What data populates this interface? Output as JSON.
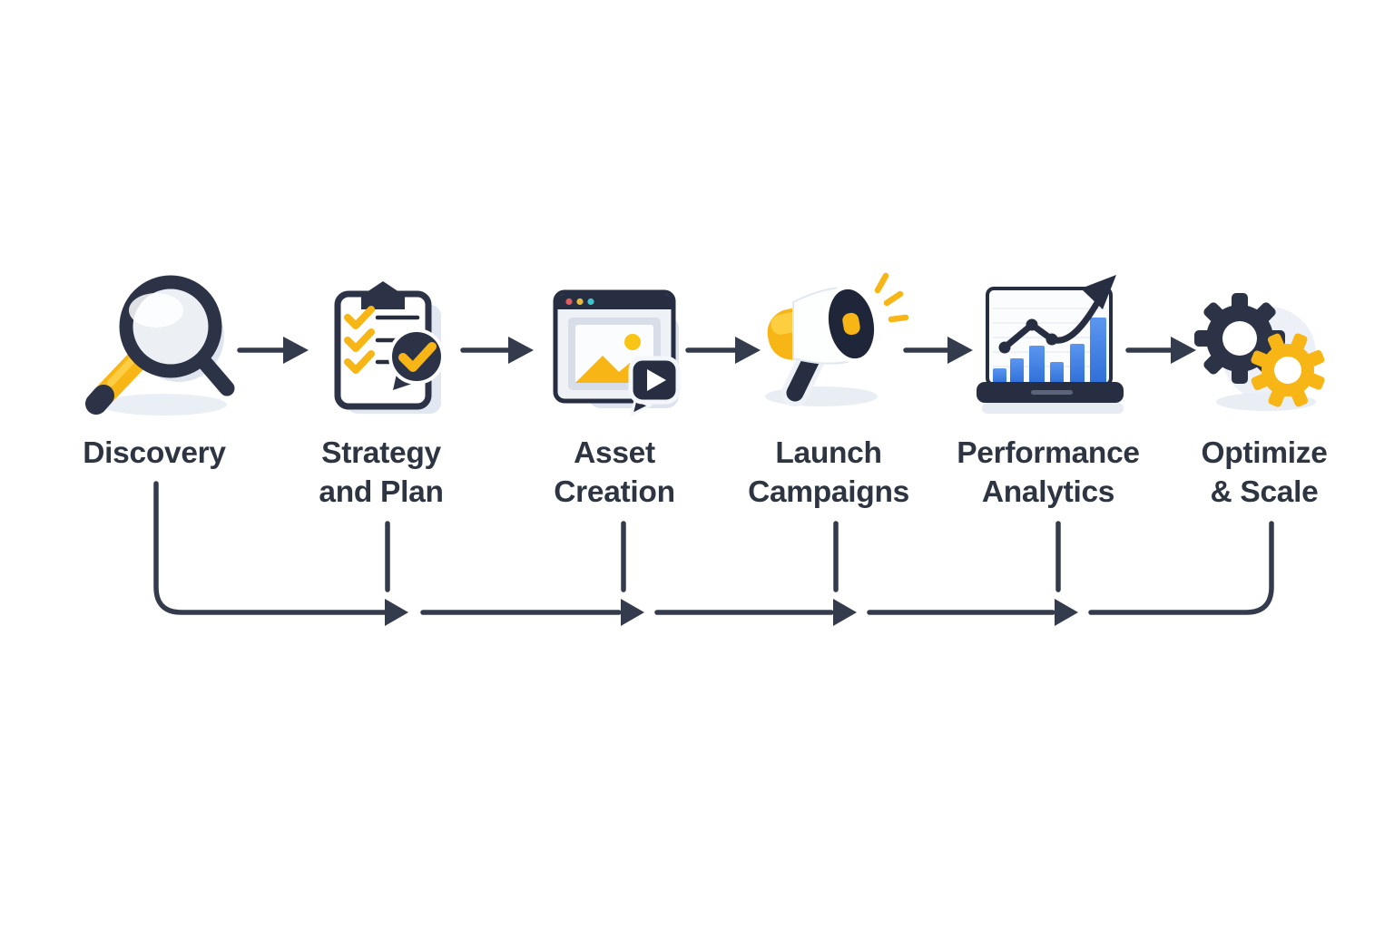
{
  "diagram": {
    "type": "process-flow",
    "steps": [
      {
        "label": "Discovery",
        "icon": "magnifying-glass-icon"
      },
      {
        "label": "Strategy\nand Plan",
        "icon": "clipboard-checklist-icon"
      },
      {
        "label": "Asset\nCreation",
        "icon": "browser-media-icon"
      },
      {
        "label": "Launch\nCampaigns",
        "icon": "megaphone-icon"
      },
      {
        "label": "Performance\nAnalytics",
        "icon": "laptop-analytics-icon"
      },
      {
        "label": "Optimize\n& Scale",
        "icon": "gears-icon"
      }
    ],
    "flow": {
      "top_row": "left-to-right arrows between icons",
      "bottom_row": "return line linking all steps left-to-right"
    },
    "colors": {
      "navy": "#2c3347",
      "dark_navy": "#1f2639",
      "yellow": "#f8b616",
      "blue_bar": "#3d7ee6",
      "connector": "#343b4c",
      "text": "#2e3542",
      "dot_red": "#e25d5d",
      "dot_yellow": "#e7bb3f",
      "dot_teal": "#41c4c9",
      "background": "#ffffff"
    }
  }
}
